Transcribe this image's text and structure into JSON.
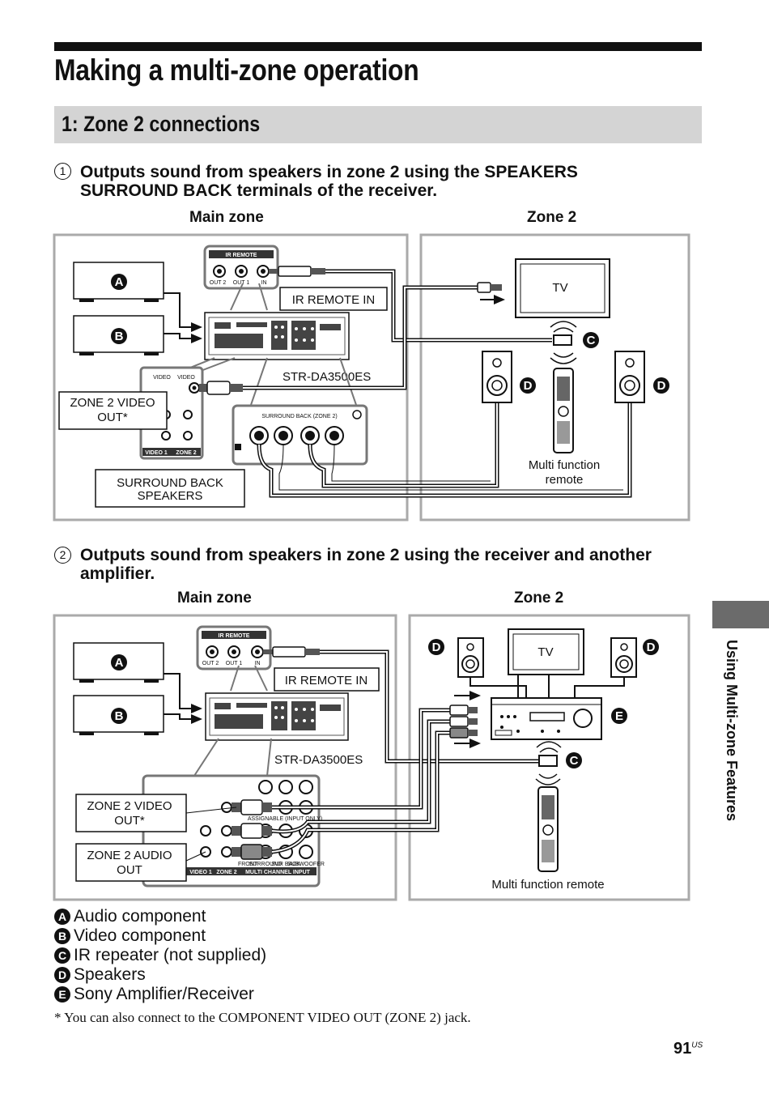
{
  "header": {
    "title": "Making a multi-zone operation",
    "section": "1: Zone 2 connections"
  },
  "step1": {
    "number": "1",
    "text": "Outputs sound from speakers in zone 2 using the SPEAKERS SURROUND BACK terminals of the receiver.",
    "main_zone": "Main zone",
    "zone2": "Zone 2",
    "labels": {
      "ir_remote": "IR REMOTE",
      "out2": "OUT 2",
      "out1": "OUT 1",
      "in": "IN",
      "ir_remote_in": "IR REMOTE IN",
      "tv": "TV",
      "model": "STR-DA3500ES",
      "zone2_video_out": "ZONE 2 VIDEO OUT*",
      "surround_back_speakers": "SURROUND BACK SPEAKERS",
      "surround_back_zone2": "SURROUND BACK (ZONE 2)",
      "multi_function_remote": "Multi function remote",
      "video1": "VIDEO 1",
      "zone2_tag": "ZONE 2"
    }
  },
  "step2": {
    "number": "2",
    "text": "Outputs sound from speakers in zone 2 using the receiver and another amplifier.",
    "main_zone": "Main zone",
    "zone2": "Zone 2",
    "labels": {
      "ir_remote": "IR REMOTE",
      "out2": "OUT 2",
      "out1": "OUT 1",
      "in": "IN",
      "ir_remote_in": "IR REMOTE IN",
      "tv": "TV",
      "model": "STR-DA3500ES",
      "zone2_video_out": "ZONE 2 VIDEO OUT*",
      "zone2_audio_out": "ZONE 2 AUDIO OUT",
      "multi_function_remote": "Multi function remote",
      "video1": "VIDEO 1",
      "zone2_tag": "ZONE 2",
      "multi_channel_input": "MULTI CHANNEL INPUT",
      "assignable": "ASSIGNABLE (INPUT ONLY)",
      "front": "FRONT",
      "surround": "SURROUND",
      "sur_back": "SUR BACK",
      "subwoofer": "SUBWOOFER"
    }
  },
  "legend": [
    {
      "key": "A",
      "text": "Audio component"
    },
    {
      "key": "B",
      "text": "Video component"
    },
    {
      "key": "C",
      "text": "IR repeater (not supplied)"
    },
    {
      "key": "D",
      "text": "Speakers"
    },
    {
      "key": "E",
      "text": "Sony Amplifier/Receiver"
    }
  ],
  "footnote": "* You can also connect to the COMPONENT VIDEO OUT (ZONE 2) jack.",
  "page": {
    "number": "91",
    "suffix": "US"
  },
  "side_tab": "Using Multi-zone Features"
}
